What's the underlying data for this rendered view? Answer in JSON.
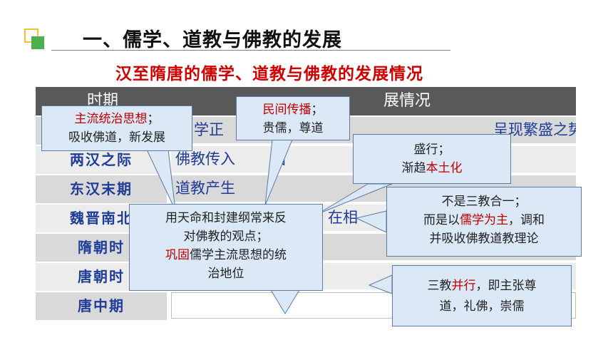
{
  "header": {
    "title": "一、儒学、道教与佛教的发展",
    "subtitle": "汉至隋唐的儒学、道教与佛教的发展情况"
  },
  "table": {
    "col1_header": "时期",
    "col2_header": "展情况",
    "rows": [
      {
        "period": "",
        "content": "学正",
        "content_tail": "呈现繁盛之势"
      },
      {
        "period": "两汉之际",
        "content": "佛教传入",
        "content_tail": "国"
      },
      {
        "period": "东汉末期",
        "content": "道教产生"
      },
      {
        "period": "魏晋南北",
        "content": "",
        "content_tail": "在相"
      },
      {
        "period": "隋朝时",
        "content": ""
      },
      {
        "period": "唐朝时",
        "content": ""
      },
      {
        "period": "唐中期",
        "content": ""
      }
    ]
  },
  "callouts": {
    "mainstream": {
      "line1": "主流统治思想",
      "line1_suffix": "；",
      "line2": "吸收佛道，新发展"
    },
    "folk": {
      "line1": "民间传播",
      "line1_suffix": "；",
      "line2": "贵儒，尊道"
    },
    "buddhism": {
      "line1": "盛行；",
      "line2_prefix": "渐趋",
      "line2_highlight": "本土化"
    },
    "sui": {
      "line1": "不是三教合一；",
      "line2_prefix": "而是以",
      "line2_highlight": "儒学为主",
      "line2_suffix": "，调和",
      "line3": "并吸收佛教道教理论"
    },
    "tang_mid": {
      "line1": "用天命和封建纲常来反",
      "line2": "对佛教的观点；",
      "line3_highlight": "巩固",
      "line3_rest": "儒学主流思想的统",
      "line4": "治地位"
    },
    "tang": {
      "line1_prefix": "三教",
      "line1_highlight": "并行",
      "line1_suffix": "，即主张尊",
      "line2": "道，礼佛，崇儒"
    }
  },
  "colors": {
    "accent_red": "#c00000",
    "table_text_blue": "#1f3c98",
    "header_gray": "#595959",
    "callout_fill": "#dbe8f5"
  }
}
